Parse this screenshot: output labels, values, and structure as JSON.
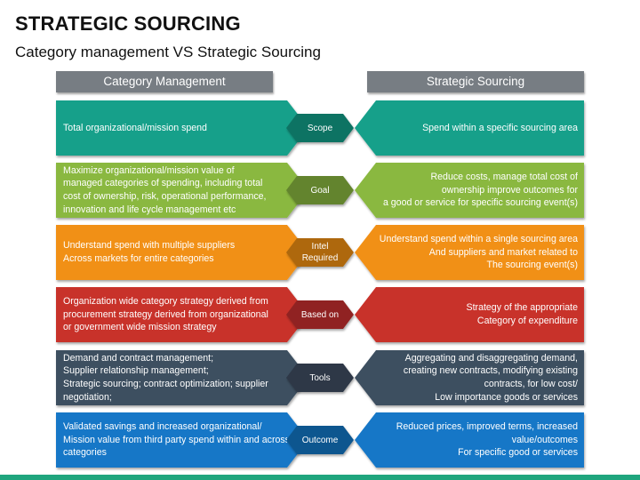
{
  "title": "STRATEGIC SOURCING",
  "subtitle": "Category management VS Strategic Sourcing",
  "headers": {
    "left": "Category Management",
    "right": "Strategic Sourcing"
  },
  "colors": {
    "teal": "#13a08a",
    "green": "#8ab83f",
    "orange": "#f19018",
    "red": "#c8312c",
    "slate": "#3e4f61",
    "blue": "#1677c7",
    "header_gray": "#777d83",
    "bottom_bar": "#1fa57d"
  },
  "rows": [
    {
      "key": "scope",
      "color": "teal",
      "center": [
        "Scope"
      ],
      "left": [
        "Total organizational/mission spend"
      ],
      "right": [
        "Spend within a specific sourcing area"
      ]
    },
    {
      "key": "goal",
      "color": "green",
      "center": [
        "Goal"
      ],
      "left": [
        "Maximize organizational/mission value of",
        "managed categories of spending, including total",
        "cost of ownership, risk, operational performance,",
        "innovation and life cycle management etc"
      ],
      "right": [
        "Reduce costs, manage total cost of",
        "ownership improve outcomes for",
        "a good or service for specific sourcing event(s)"
      ]
    },
    {
      "key": "intel",
      "color": "orange",
      "center": [
        "Intel",
        "Required"
      ],
      "left": [
        "Understand spend with multiple suppliers",
        "Across markets for entire categories"
      ],
      "right": [
        "Understand spend within a single sourcing area",
        "And suppliers and market related to",
        "The sourcing event(s)"
      ]
    },
    {
      "key": "based-on",
      "color": "red",
      "center": [
        "Based on"
      ],
      "left": [
        "Organization wide category strategy derived from",
        "procurement strategy derived from organizational",
        "or government wide mission strategy"
      ],
      "right": [
        "Strategy of the appropriate",
        "Category of expenditure"
      ]
    },
    {
      "key": "tools",
      "color": "slate",
      "center": [
        "Tools"
      ],
      "left": [
        "Demand and contract management;",
        "Supplier relationship management;",
        "Strategic sourcing; contract optimization; supplier",
        "negotiation;"
      ],
      "right": [
        "Aggregating and disaggregating demand,",
        "creating new contracts, modifying existing",
        "contracts,  for low cost/",
        "Low importance goods or services"
      ]
    },
    {
      "key": "outcome",
      "color": "blue",
      "center": [
        "Outcome"
      ],
      "left": [
        "Validated savings and increased organizational/",
        "Mission value from third party spend within and across",
        "categories"
      ],
      "right": [
        "Reduced prices, improved terms, increased",
        "value/outcomes",
        "For specific good or services"
      ]
    }
  ]
}
